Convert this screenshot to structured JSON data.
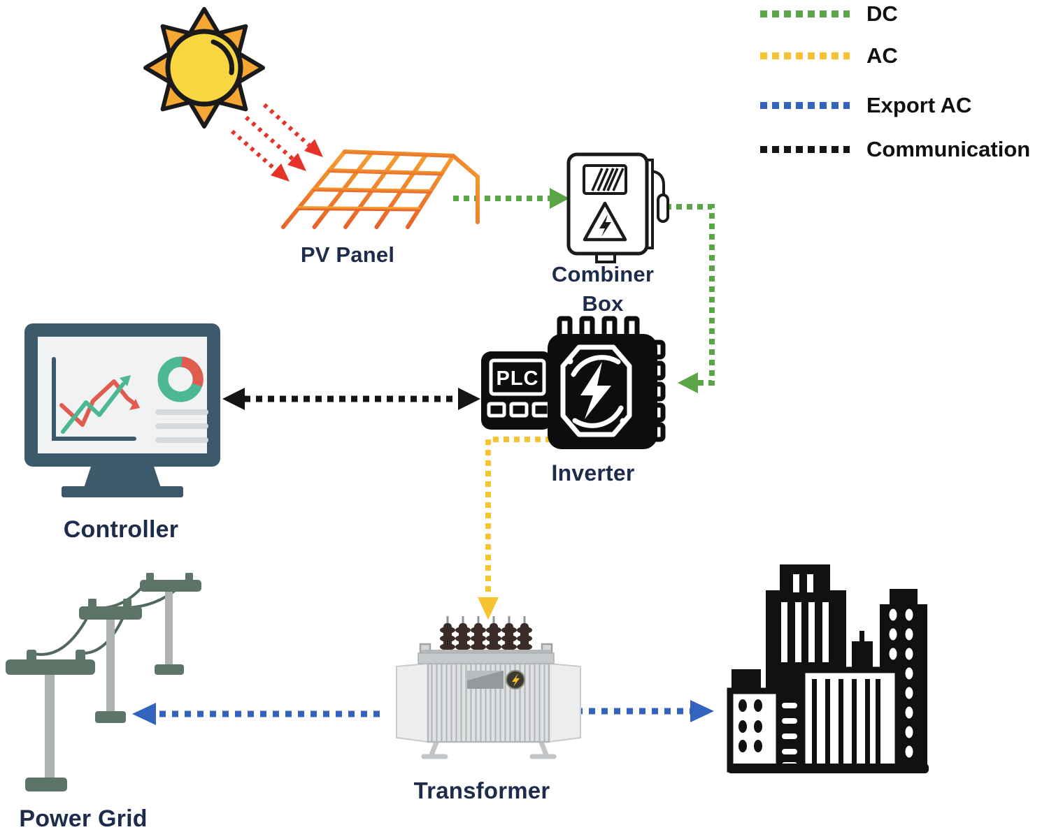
{
  "legend": {
    "items": [
      {
        "label": "DC",
        "color": "#5AA646"
      },
      {
        "label": "AC",
        "color": "#F7C331"
      },
      {
        "label": "Export AC",
        "color": "#3463BE"
      },
      {
        "label": "Communication",
        "color": "#141414"
      }
    ]
  },
  "nodes": {
    "pv_panel": {
      "label": "PV Panel"
    },
    "combiner_box": {
      "label": "Combiner Box"
    },
    "inverter": {
      "label": "Inverter",
      "plc_label": "PLC"
    },
    "controller": {
      "label": "Controller"
    },
    "transformer": {
      "label": "Transformer"
    },
    "power_grid": {
      "label": "Power Grid"
    }
  },
  "colors": {
    "dc": "#5AA646",
    "ac": "#F7C331",
    "export_ac": "#3463BE",
    "communication": "#141414",
    "sunlight_red": "#E63229",
    "pv_orange": "#EF7E26",
    "label_navy": "#1C2C4A"
  }
}
